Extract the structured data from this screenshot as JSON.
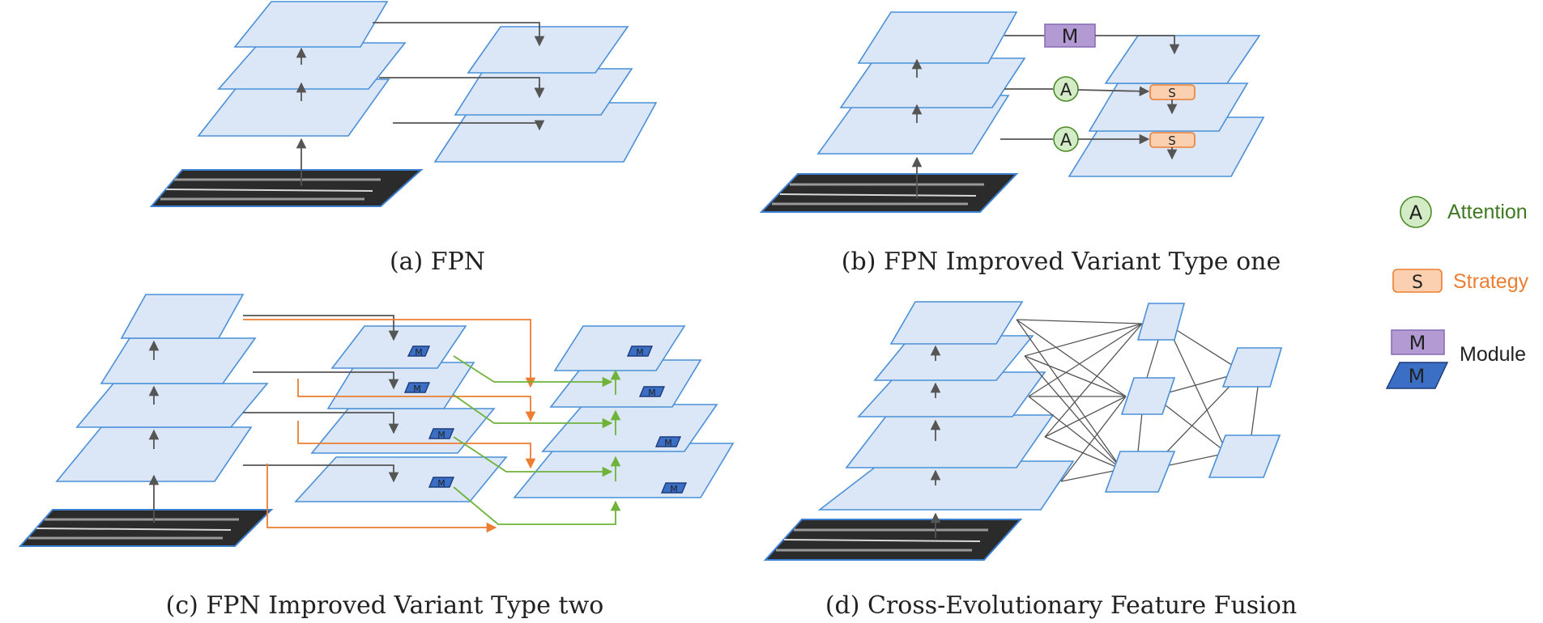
{
  "captions": {
    "a": "(a) FPN",
    "b": "(b) FPN Improved Variant Type one",
    "c": "(c) FPN Improved Variant Type two",
    "d": "(d) Cross-Evolutionary Feature Fusion"
  },
  "symbols": {
    "module": "M",
    "attention": "A",
    "strategy": "S"
  },
  "legend": {
    "attention_symbol": "A",
    "attention_label": "Attention",
    "strategy_symbol": "S",
    "strategy_label": "Strategy",
    "module_symbol": "M",
    "module_label": "Module"
  },
  "colors": {
    "plane_fill": "#dbe6f6",
    "plane_stroke": "#4a90d9",
    "arrow": "#555555",
    "orange": "#ed7d31",
    "green": "#6fb33a",
    "attention_label": "#3f7a22",
    "strategy_label": "#ed7d31",
    "module_purple": "#b39ad3",
    "module_blue": "#3b6fc6"
  }
}
